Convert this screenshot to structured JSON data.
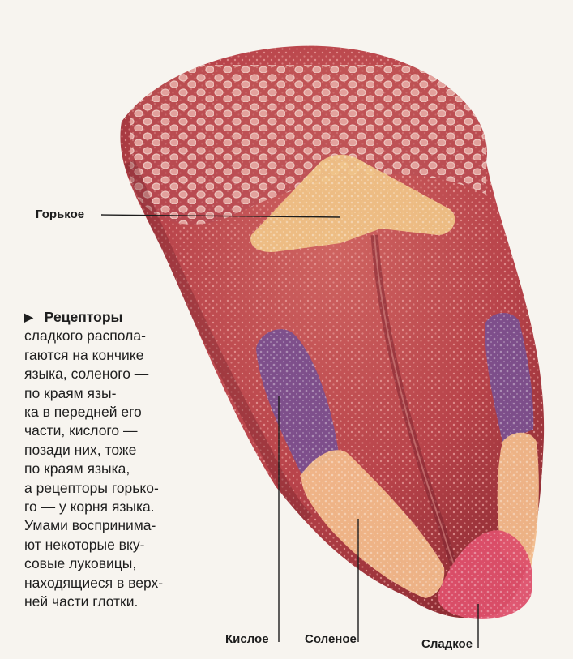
{
  "labels": {
    "bitter": "Горькое",
    "sour": "Кислое",
    "salty": "Соленое",
    "sweet": "Сладкое"
  },
  "caption": {
    "heading": "Рецепторы",
    "lines": [
      "сладкого распола-",
      "гаются на кончике",
      "языка, соленого —",
      "по краям язы-",
      "ка в передней его",
      "части, кислого —",
      "позади них, тоже",
      "по краям языка,",
      "а рецепторы горько-",
      "го — у корня языка.",
      "Умами воспринима-",
      "ют некоторые вку-",
      "совые луковицы,",
      "находящиеся в верх-",
      "ней части глотки."
    ]
  },
  "colors": {
    "tongue": "#b8434a",
    "tongue_dark": "#8e2c33",
    "bitter_zone": "#f0c487",
    "sour_zone": "#7a4f8e",
    "salty_zone": "#f1b98a",
    "sweet_zone": "#dd4f6a"
  }
}
